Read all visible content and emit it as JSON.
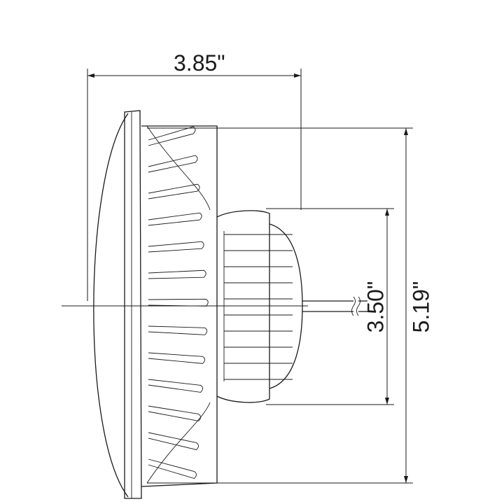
{
  "dimensions": {
    "overall_depth": "3.85\"",
    "rear_housing_diameter": "3.50\"",
    "overall_height": "5.19\""
  }
}
